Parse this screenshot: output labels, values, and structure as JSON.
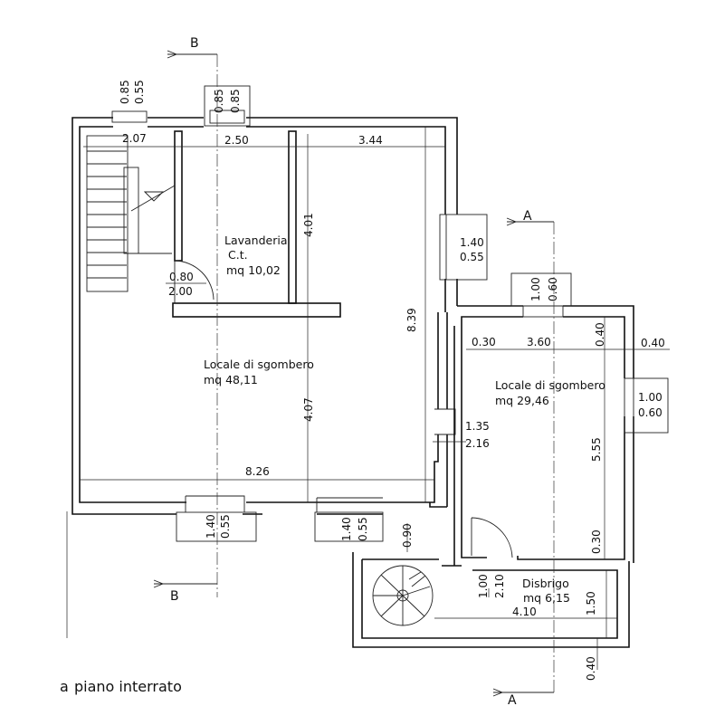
{
  "caption": "piano interrato",
  "caption_prefix": "a",
  "sections": {
    "b_top": "B",
    "b_bottom": "B",
    "a_top": "A",
    "a_bottom": "A"
  },
  "rooms": {
    "lavanderia": {
      "name": "Lavanderia",
      "sub": "C.t.",
      "area": "mq 10,02"
    },
    "locale_main": {
      "name": "Locale di sgombero",
      "area": "mq 48,11"
    },
    "locale_right": {
      "name": "Locale di sgombero",
      "area": "mq 29,46"
    },
    "disbrigo": {
      "name": "Disbrigo",
      "area": "mq 6,15"
    }
  },
  "dimensions": {
    "d_085_a": "0.85",
    "d_055_a": "0.55",
    "d_085_b": "0.85",
    "d_085_c": "0.85",
    "d_207": "2.07",
    "d_250": "2.50",
    "d_344": "3.44",
    "d_401": "4.01",
    "d_407": "4.07",
    "d_839": "8.39",
    "d_826": "8.26",
    "d_080": "0.80",
    "d_200": "2.00",
    "d_140_r": "1.40",
    "d_055_r": "0.55",
    "d_100_t": "1.00",
    "d_060_t": "0.60",
    "d_030_l": "0.30",
    "d_360": "3.60",
    "d_040_t": "0.40",
    "d_040_o": "0.40",
    "d_100_r": "1.00",
    "d_060_r": "0.60",
    "d_135": "1.35",
    "d_216": "2.16",
    "d_555": "5.55",
    "d_030_b": "0.30",
    "d_140_b1": "1.40",
    "d_055_b1": "0.55",
    "d_140_b2": "1.40",
    "d_055_b2": "0.55",
    "d_090": "0.90",
    "d_100_d": "1.00",
    "d_210": "2.10",
    "d_410": "4.10",
    "d_150": "1.50",
    "d_040_bot": "0.40"
  }
}
